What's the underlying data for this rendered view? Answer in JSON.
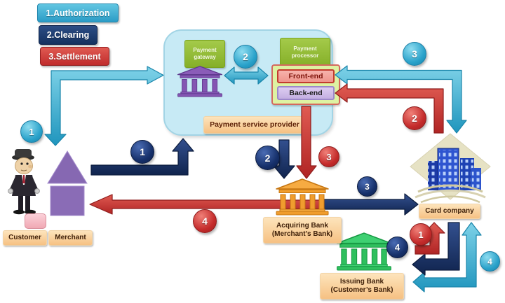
{
  "legend": {
    "items": [
      {
        "label": "1.Authorization",
        "color": "#2b9cc6"
      },
      {
        "label": "2.Clearing",
        "color": "#15315f"
      },
      {
        "label": "3.Settlement",
        "color": "#c02c2c"
      }
    ]
  },
  "psp": {
    "gateway_label": "Payment gateway",
    "processor_label": "Payment processor",
    "frontend_label": "Front-end",
    "backend_label": "Back-end",
    "panel_label": "Payment service provider"
  },
  "entities": {
    "customer_label": "Customer",
    "merchant_label": "Merchant",
    "acquiring": {
      "line1": "Acquiring Bank",
      "line2": "(Merchant’s Bank)"
    },
    "card_company_label": "Card company",
    "issuing": {
      "line1": "Issuing Bank",
      "line2": "(Customer’s Bank)"
    }
  },
  "flows": {
    "authorization": {
      "color": "#2fa8d2",
      "steps": [
        "1",
        "2",
        "3",
        "4"
      ]
    },
    "clearing": {
      "color": "#16305f",
      "steps": [
        "1",
        "2",
        "3",
        "4"
      ]
    },
    "settlement": {
      "color": "#c93434",
      "steps": [
        "1",
        "2",
        "3",
        "4"
      ]
    }
  },
  "colors": {
    "panel_bg": "#c7eaf5",
    "label_box": "#f6c183",
    "gateway_green": "#8cb92f",
    "frontend_pink": "#f4a59e",
    "backend_lavender": "#cfbcea",
    "bank_purple": "#8455b2",
    "bank_orange": "#f09d2e",
    "bank_green": "#2fc05e",
    "buildings_blue": "#2e55d0"
  }
}
